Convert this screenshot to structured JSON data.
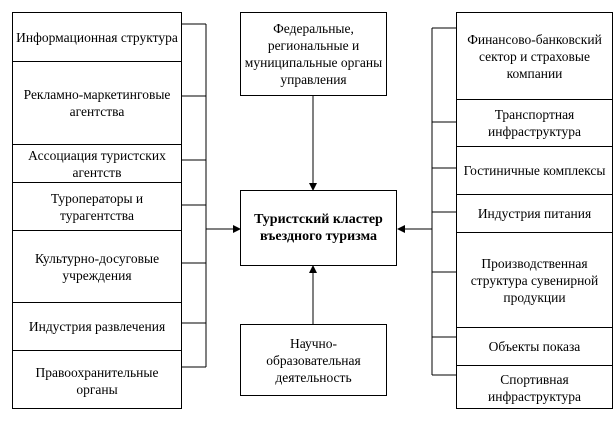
{
  "left_column": [
    "Информационная структура",
    "Рекламно-маркетинговые агентства",
    "Ассоциация туристских агентств",
    "Туроператоры и турагентства",
    "Культурно-досуговые учреждения",
    "Индустрия развлечения",
    "Правоохранительные органы"
  ],
  "right_column": [
    "Финансово-банковский сектор и страховые компании",
    "Транспортная инфраструктура",
    "Гостиничные комплексы",
    "Индустрия питания",
    "Производственная структура сувенирной продукции",
    "Объекты показа",
    "Спортивная инфраструктура"
  ],
  "top_box": "Федеральные, региональные и муниципальные органы управления",
  "center_box": "Туристский кластер въездного туризма",
  "bottom_box": "Научно-образовательная деятельность"
}
